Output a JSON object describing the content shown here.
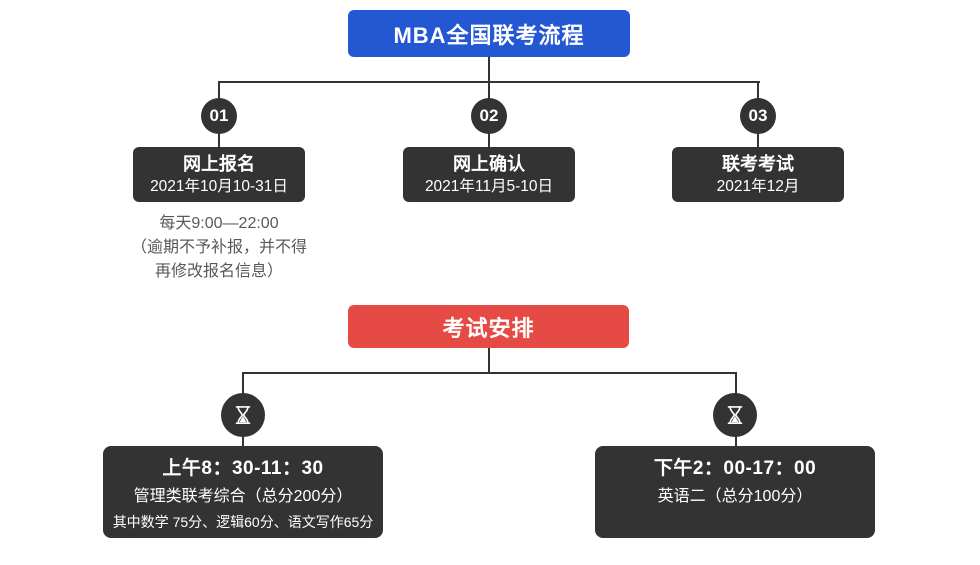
{
  "colors": {
    "background": "#ffffff",
    "primary_blue": "#2457d2",
    "accent_red": "#e64a44",
    "box_dark": "#333333",
    "connector": "#333333",
    "note_gray": "#595959"
  },
  "header": {
    "title": "MBA全国联考流程"
  },
  "steps": [
    {
      "number": "01",
      "title": "网上报名",
      "date": "2021年10月10-31日",
      "note_lines": [
        "每天9:00—22:00",
        "（逾期不予补报，并不得",
        "再修改报名信息）"
      ]
    },
    {
      "number": "02",
      "title": "网上确认",
      "date": "2021年11月5-10日"
    },
    {
      "number": "03",
      "title": "联考考试",
      "date": "2021年12月"
    }
  ],
  "exam_section": {
    "title": "考试安排",
    "sessions": [
      {
        "icon": "hourglass-icon",
        "time": "上午8：30-11：30",
        "line1": "管理类联考综合（总分200分）",
        "line2": "其中数学 75分、逻辑60分、语文写作65分"
      },
      {
        "icon": "hourglass-icon",
        "time": "下午2：00-17：00",
        "line1": "英语二（总分100分）",
        "line2": ""
      }
    ]
  }
}
